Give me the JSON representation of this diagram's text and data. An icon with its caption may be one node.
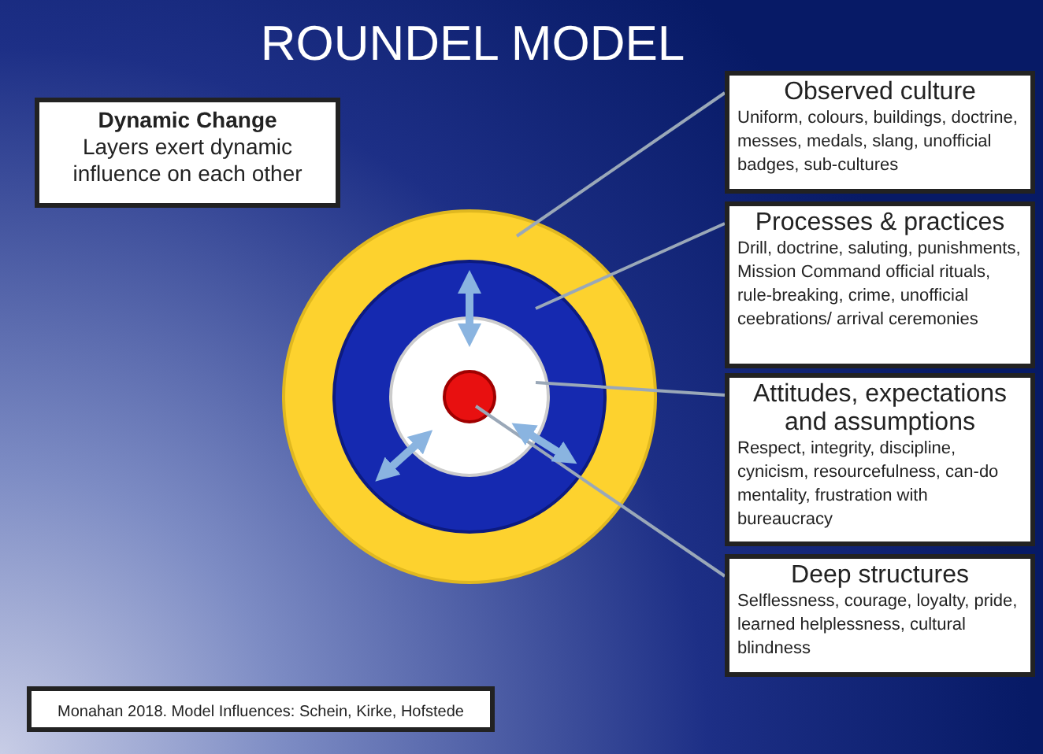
{
  "diagram": {
    "title": "ROUNDEL MODEL",
    "nodes": [
      {
        "text": [
          "Dynamic Change",
          "Layers exert dynamic influence on each other"
        ]
      },
      {
        "text": [
          "Observed culture",
          "Uniform, colours, buildings, doctrine, messes, medals, slang, unofficial badges, sub-cultures"
        ]
      },
      {
        "text": [
          "Processes & practices",
          "Drill, doctrine, saluting, punishments, Mission Command official rituals, rule-breaking, crime, unofficial ceebrations/ arrival ceremonies"
        ]
      },
      {
        "text": [],
        "shape": "circle"
      },
      {
        "text": [],
        "shape": "circle",
        "in": 3
      },
      {
        "text": [],
        "shape": "circle",
        "in": 4
      },
      {
        "text": [],
        "shape": "circle",
        "in": 5
      },
      {
        "text": [
          "Attitudes, expectations and assumptions",
          "Respect, integrity, discipline, cynicism, resourcefulness, can-do mentality, frustration with bureaucracy"
        ]
      },
      {
        "text": [
          "Deep structures",
          "Selflessness, courage, loyalty, pride, learned helplessness, cultural blindness"
        ]
      },
      {
        "text": [
          "Monahan 2018. Model Influences: Schein, Kirke, Hofstede"
        ]
      }
    ],
    "edges": [
      {
        "from": 1,
        "to": 3,
        "arrow": "none"
      },
      {
        "from": 2,
        "to": 4,
        "arrow": "none"
      },
      {
        "from": 7,
        "to": 5,
        "arrow": "none"
      },
      {
        "from": 8,
        "to": 6,
        "arrow": "none"
      },
      {
        "from": 5,
        "to": 4,
        "arrow": "both",
        "style": "thick",
        "color": "#8ab4e0"
      },
      {
        "from": 5,
        "to": 4,
        "arrow": "both",
        "style": "thick",
        "color": "#8ab4e0"
      },
      {
        "from": 5,
        "to": 4,
        "arrow": "both",
        "style": "thick",
        "color": "#8ab4e0"
      }
    ]
  }
}
